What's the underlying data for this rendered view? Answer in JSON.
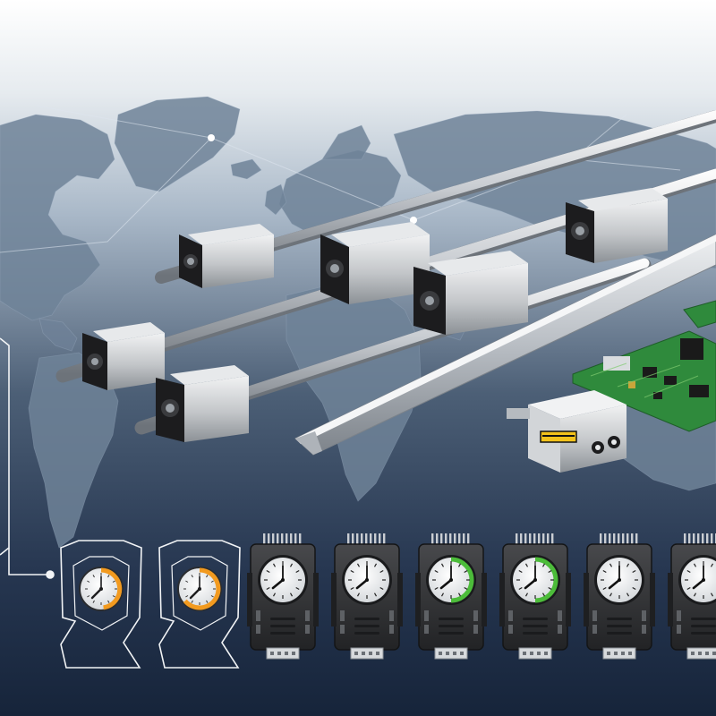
{
  "scene": {
    "label_text": "",
    "colors": {
      "sky_top": "#ffffff",
      "sky_mid": "#a9b8c8",
      "sky_bottom": "#1b2a3e",
      "landmass": "#6f8298",
      "rail_light": "#e7e9ec",
      "rail_dark": "#7b8087",
      "block_body": "#c7cacd",
      "block_end": "#1c1c1e",
      "pcb": "#2f8a3c",
      "gauge_orange": "#f29a1f",
      "gauge_green": "#4cbc3a",
      "module_body": "#2e2f31",
      "outline": "#f2f4f6",
      "label_yellow": "#f3c21b"
    },
    "icons": {
      "device": "shield-gauge-icon",
      "module": "clock-module-icon",
      "map": "world-map-icon"
    },
    "outline_devices": [
      {
        "gauge_fraction": 0.3,
        "accent": "orange"
      },
      {
        "gauge_fraction": 0.4,
        "accent": "orange"
      }
    ],
    "modules": [
      {
        "accent": "none"
      },
      {
        "accent": "none"
      },
      {
        "accent": "green"
      },
      {
        "accent": "green"
      },
      {
        "accent": "none"
      },
      {
        "accent": "none"
      }
    ]
  }
}
